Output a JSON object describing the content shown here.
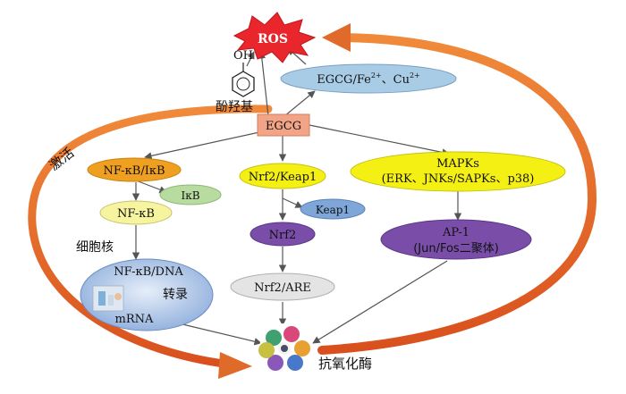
{
  "ros": {
    "label": "ROS",
    "color": "#e8262c"
  },
  "phenol": {
    "oh_label": "OH",
    "group_label": "酚羟基"
  },
  "egcg_metal": {
    "label_main": "EGCG/Fe",
    "sup1": "2+",
    "sep": "、Cu",
    "sup2": "2+"
  },
  "egcg": {
    "label": "EGCG",
    "color": "#f2a487"
  },
  "activate": {
    "label": "激活"
  },
  "nfkb_pathway": {
    "nfkb_ikb": "NF-κB/IκB",
    "ikb": "IκB",
    "nfkb": "NF-κB",
    "nucleus": "细胞核",
    "nfkb_dna": "NF-κB/DNA",
    "transcription": "转录",
    "mrna": "mRNA"
  },
  "nrf2_pathway": {
    "nrf2_keap1": "Nrf2/Keap1",
    "keap1": "Keap1",
    "nrf2": "Nrf2",
    "nrf2_are": "Nrf2/ARE"
  },
  "mapk_pathway": {
    "mapks": "MAPKs",
    "mapks_sub": "(ERK、JNKs/SAPKs、p38)",
    "ap1": "AP-1",
    "ap1_sub": "(Jun/Fos二聚体)"
  },
  "antioxidant_enzyme": {
    "label": "抗氧化酶",
    "icon": "protein-structure-icon"
  },
  "colors": {
    "orange_node": "#f0a020",
    "green_node": "#b8dca0",
    "yellow_node": "#f7f4a0",
    "blue_node": "#7fa6d8",
    "purple_node": "#7a4ea8",
    "grey_node": "#e4e4e4",
    "bright_yellow": "#f5f014",
    "light_blue": "#a9cce6",
    "arrow_orange": "#e06a2a"
  }
}
